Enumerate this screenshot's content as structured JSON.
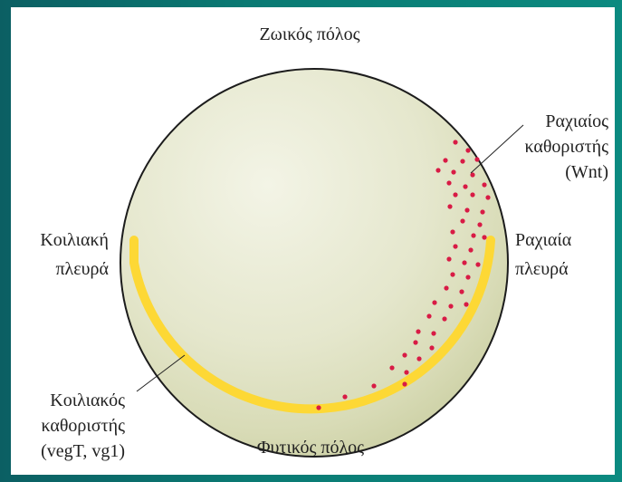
{
  "labels": {
    "animal_pole": "Ζωικός πόλος",
    "vegetal_pole": "Φυτικός πόλος",
    "ventral_side": [
      "Κοιλιακή",
      "πλευρά"
    ],
    "dorsal_side": [
      "Ραχιαία",
      "πλευρά"
    ],
    "dorsal_determinant": [
      "Ραχιαίος",
      "καθοριστής",
      "(Wnt)"
    ],
    "ventral_determinant": [
      "Κοιλιακός",
      "καθοριστής",
      "(vegT, vg1)"
    ]
  },
  "colors": {
    "background": "#0a7a73",
    "panel": "#ffffff",
    "egg_fill": "#e7e9d2",
    "egg_outline": "#1c1c1c",
    "cortical_band": "#fdd835",
    "determinant_dots": "#d81b45"
  }
}
